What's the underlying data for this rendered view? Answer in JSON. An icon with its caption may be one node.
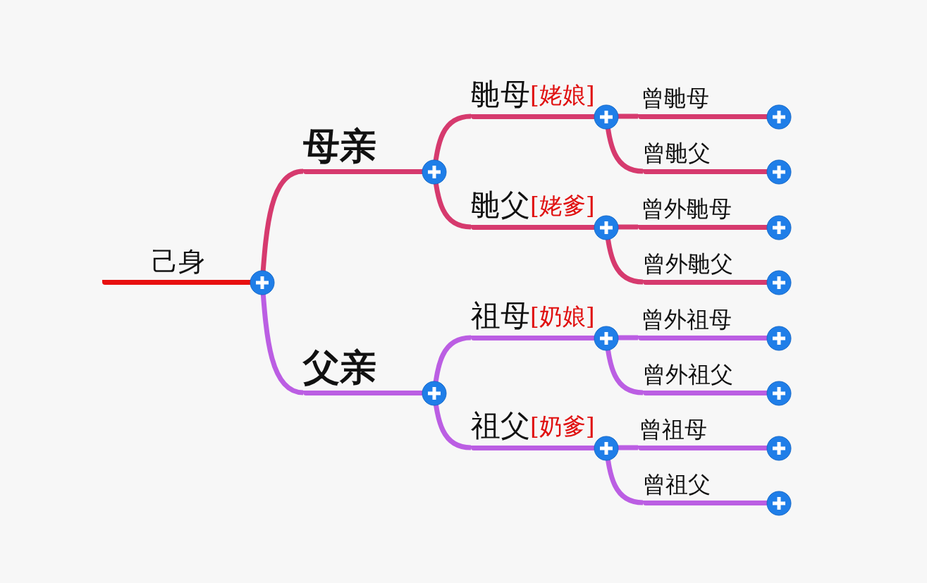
{
  "diagram": {
    "nodes": [
      {
        "text": [
          "己身"
        ]
      },
      {
        "text": [
          "母亲"
        ]
      },
      {
        "text": [
          "毑母",
          "[姥娘]"
        ]
      },
      {
        "text": [
          "曾毑母"
        ]
      },
      {
        "text": [
          "曾毑父"
        ]
      },
      {
        "text": [
          "毑父",
          "[姥爹]"
        ]
      },
      {
        "text": [
          "曾外毑母"
        ]
      },
      {
        "text": [
          "曾外毑父"
        ]
      },
      {
        "text": [
          "父亲"
        ]
      },
      {
        "text": [
          "祖母",
          "[奶娘]"
        ]
      },
      {
        "text": [
          "曾外祖母"
        ]
      },
      {
        "text": [
          "曾外祖父"
        ]
      },
      {
        "text": [
          "祖父",
          "[奶爹]"
        ]
      },
      {
        "text": [
          "曾祖母"
        ]
      },
      {
        "text": [
          "曾祖父"
        ]
      }
    ],
    "edges": [
      {
        "from": 0,
        "to": 1,
        "arrow": "none",
        "color": "#d63a6e"
      },
      {
        "from": 1,
        "to": 2,
        "arrow": "none",
        "color": "#d63a6e"
      },
      {
        "from": 2,
        "to": 3,
        "arrow": "none",
        "color": "#d63a6e"
      },
      {
        "from": 2,
        "to": 4,
        "arrow": "none",
        "color": "#d63a6e"
      },
      {
        "from": 1,
        "to": 5,
        "arrow": "none",
        "color": "#d63a6e"
      },
      {
        "from": 5,
        "to": 6,
        "arrow": "none",
        "color": "#d63a6e"
      },
      {
        "from": 5,
        "to": 7,
        "arrow": "none",
        "color": "#d63a6e"
      },
      {
        "from": 0,
        "to": 8,
        "arrow": "none",
        "color": "#bb5ee3"
      },
      {
        "from": 8,
        "to": 9,
        "arrow": "none",
        "color": "#bb5ee3"
      },
      {
        "from": 9,
        "to": 10,
        "arrow": "none",
        "color": "#bb5ee3"
      },
      {
        "from": 9,
        "to": 11,
        "arrow": "none",
        "color": "#bb5ee3"
      },
      {
        "from": 8,
        "to": 12,
        "arrow": "none",
        "color": "#bb5ee3"
      },
      {
        "from": 12,
        "to": 13,
        "arrow": "none",
        "color": "#bb5ee3"
      },
      {
        "from": 12,
        "to": 14,
        "arrow": "none",
        "color": "#bb5ee3"
      }
    ]
  }
}
